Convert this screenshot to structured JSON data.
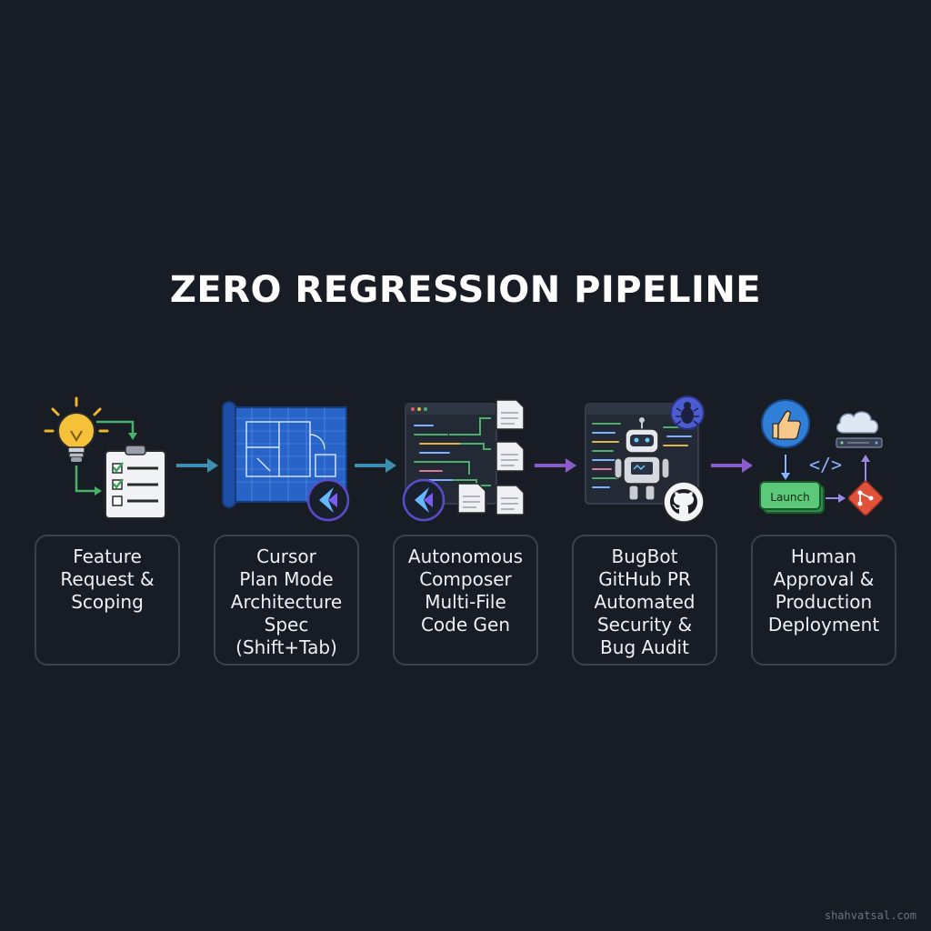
{
  "title": "ZERO REGRESSION PIPELINE",
  "stages": [
    {
      "lines": [
        "Feature",
        "Request &",
        "Scoping"
      ]
    },
    {
      "lines": [
        "Cursor",
        "Plan Mode",
        "Architecture",
        "Spec",
        "(Shift+Tab)"
      ]
    },
    {
      "lines": [
        "Autonomous",
        "Composer",
        "Multi-File",
        "Code Gen"
      ]
    },
    {
      "lines": [
        "BugBot",
        "GitHub PR",
        "Automated",
        "Security &",
        "Bug Audit"
      ]
    },
    {
      "lines": [
        "Human",
        "Approval &",
        "Production",
        "Deployment"
      ]
    }
  ],
  "icon_labels": {
    "launch": "Launch",
    "code_tag": "</>"
  },
  "icons": {
    "stage1": [
      "lightbulb-icon",
      "checklist-icon"
    ],
    "stage2": [
      "blueprint-icon",
      "cursor-logo-icon"
    ],
    "stage3": [
      "code-editor-icon",
      "document-icon",
      "cursor-logo-icon"
    ],
    "stage4": [
      "code-editor-icon",
      "robot-icon",
      "bug-icon",
      "github-icon"
    ],
    "stage5": [
      "thumbs-up-icon",
      "cloud-server-icon",
      "code-icon",
      "launch-button-icon",
      "git-icon"
    ]
  },
  "colors": {
    "background": "#181c25",
    "arrow_teal": "#3f8fb0",
    "arrow_purple": "#8a5cc8",
    "accent_green": "#4caf6a",
    "accent_blue": "#2f7fd8",
    "box_border": "#3b404b"
  },
  "watermark": "shahvatsal.com"
}
